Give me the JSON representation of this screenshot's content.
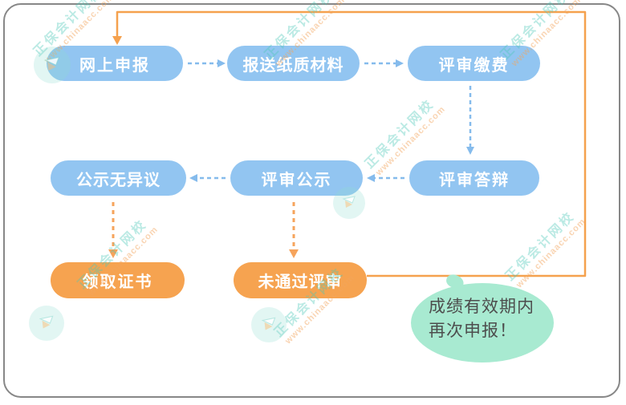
{
  "watermark": {
    "brand": "正保会计网校",
    "url": "www.chinaacc.com"
  },
  "diagram": {
    "type": "flowchart",
    "nodes": {
      "online_apply": {
        "label": "网上申报",
        "variant": "blue"
      },
      "submit_materials": {
        "label": "报送纸质材料",
        "variant": "blue"
      },
      "review_payment": {
        "label": "评审缴费",
        "variant": "blue"
      },
      "review_defense": {
        "label": "评审答辩",
        "variant": "blue"
      },
      "review_publicity": {
        "label": "评审公示",
        "variant": "blue"
      },
      "publicity_no_objection": {
        "label": "公示无异议",
        "variant": "blue"
      },
      "receive_certificate": {
        "label": "领取证书",
        "variant": "orange"
      },
      "failed_review": {
        "label": "未通过评审",
        "variant": "orange"
      }
    },
    "edges": [
      {
        "from": "online_apply",
        "to": "submit_materials",
        "style": "dashed-blue"
      },
      {
        "from": "submit_materials",
        "to": "review_payment",
        "style": "dashed-blue"
      },
      {
        "from": "review_payment",
        "to": "review_defense",
        "style": "dashed-blue"
      },
      {
        "from": "review_defense",
        "to": "review_publicity",
        "style": "dashed-blue"
      },
      {
        "from": "review_publicity",
        "to": "publicity_no_objection",
        "style": "dashed-blue"
      },
      {
        "from": "publicity_no_objection",
        "to": "receive_certificate",
        "style": "dashed-orange"
      },
      {
        "from": "review_publicity",
        "to": "failed_review",
        "style": "dashed-orange"
      },
      {
        "from": "failed_review",
        "to": "online_apply",
        "style": "solid-orange-loop"
      }
    ],
    "callout": {
      "line1": "成绩有效期内",
      "line2": "再次申报！",
      "attached_to": "failed_review loop"
    },
    "colors": {
      "node_blue": "#92C5F1",
      "node_orange": "#F6A350",
      "arrow_blue": "#85BBEC",
      "arrow_orange": "#F6A45C",
      "loop_line": "#F5A14E",
      "callout_fill": "#A8EAD1",
      "callout_text": "#4D4D4D",
      "frame_border": "#878787",
      "watermark_teal": "#4DC8B9",
      "watermark_orange": "#F3A65E"
    }
  }
}
